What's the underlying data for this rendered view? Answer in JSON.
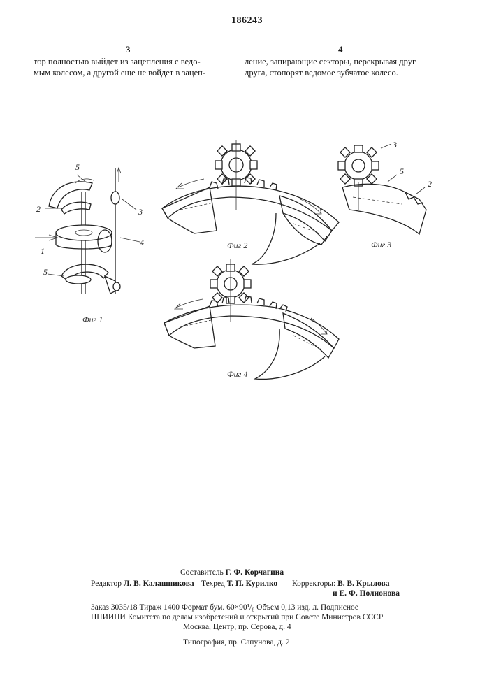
{
  "header": {
    "patent_number": "186243",
    "left_column_number": "3",
    "right_column_number": "4"
  },
  "left_text": [
    "тор полностью выйдет из зацепления с ведо-",
    "мым колесом, а другой еще не войдет в зацеп-"
  ],
  "right_text": [
    "ление, запирающие секторы, перекрывая друг",
    "друга, стопорят ведомое зубчатое колесо."
  ],
  "figures": {
    "fig1": {
      "caption": "Фиг 1",
      "labels": [
        "5",
        "2",
        "3",
        "4",
        "1",
        "5"
      ]
    },
    "fig2": {
      "caption": "Фиг 2"
    },
    "fig3": {
      "caption": "Фиг.3",
      "labels": [
        "3",
        "5",
        "2"
      ]
    },
    "fig4": {
      "caption": "Фиг 4"
    }
  },
  "footer": {
    "composer_label": "Составитель",
    "composer_name": "Г. Ф. Корчагина",
    "editor_label": "Редактор",
    "editor_name": "Л. В. Калашникова",
    "techred_label": "Техред",
    "techred_name": "Т. П. Курилко",
    "correctors_label": "Корректоры:",
    "corrector_1": "В. В. Крылова",
    "corrector_2_prefix": "и",
    "corrector_2": "Е. Ф. Полионова",
    "order_line": "Заказ 3035/18   Тираж 1400   Формат бум. 60×90¹/₈   Объем 0,13 изд. л.  Подписное",
    "org_line": "ЦНИИПИ Комитета по делам изобретений и открытий при Совете Министров СССР",
    "address_line": "Москва, Центр, пр. Серова, д. 4",
    "printer_line": "Типография, пр. Сапунова, д. 2"
  }
}
